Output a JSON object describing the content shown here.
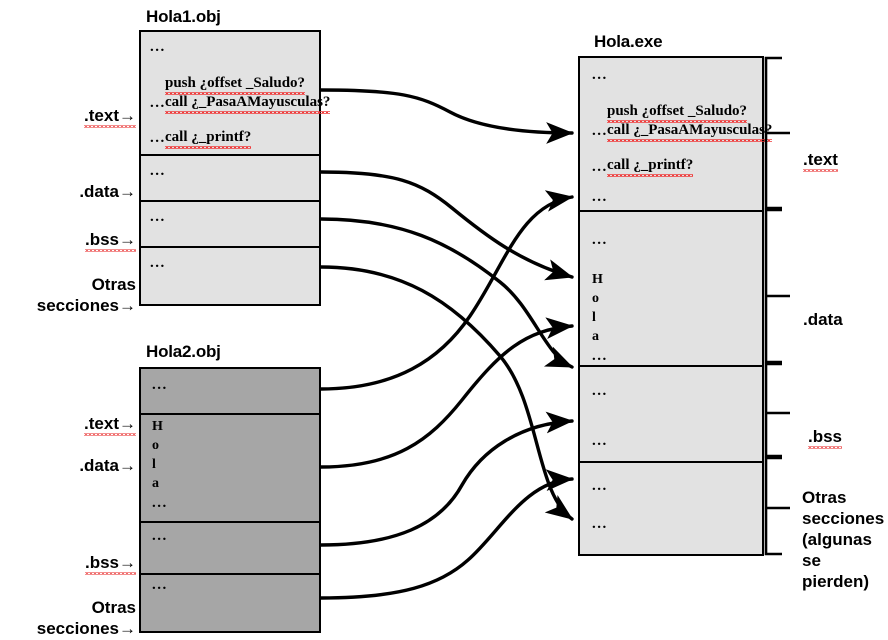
{
  "diagram": {
    "title": "Linking: Hola1.obj + Hola2.obj -> Hola.exe",
    "colors": {
      "obj1_fill": "#e2e2e2",
      "obj2_fill": "#a6a6a6",
      "exe_fill": "#e2e2e2",
      "stroke": "#000000",
      "spellcheck_underline": "#ef3a3a",
      "background": "#ffffff"
    }
  },
  "modules": {
    "hola1": {
      "title": "Hola1.obj",
      "left_labels": [
        {
          "text": ".text→",
          "section": "text"
        },
        {
          "text": ".data→",
          "section": "data"
        },
        {
          "text": ".bss→",
          "section": "bss"
        },
        {
          "text": "Otras\nsecciones→",
          "section": "otras"
        }
      ],
      "sections": [
        {
          "name": "text",
          "lines": [
            "...",
            "push ¿offset _Saludo?",
            "call ¿_PasaAMayusculas?",
            "...",
            "call ¿_printf?",
            "..."
          ]
        },
        {
          "name": "data",
          "lines": [
            "..."
          ]
        },
        {
          "name": "bss",
          "lines": [
            "..."
          ]
        },
        {
          "name": "otras",
          "lines": [
            "..."
          ]
        }
      ]
    },
    "hola2": {
      "title": "Hola2.obj",
      "left_labels": [
        {
          "text": ".text→",
          "section": "text"
        },
        {
          "text": ".data→",
          "section": "data"
        },
        {
          "text": ".bss→",
          "section": "bss"
        },
        {
          "text": "Otras\nsecciones→",
          "section": "otras"
        }
      ],
      "sections": [
        {
          "name": "text",
          "lines": [
            "..."
          ]
        },
        {
          "name": "data",
          "lines": [
            "H",
            "o",
            "l",
            "a",
            "..."
          ]
        },
        {
          "name": "bss",
          "lines": [
            "..."
          ]
        },
        {
          "name": "otras",
          "lines": [
            "..."
          ]
        }
      ]
    },
    "holaexe": {
      "title": "Hola.exe",
      "right_labels": [
        {
          "text": ".text",
          "section": "text"
        },
        {
          "text": ".data",
          "section": "data"
        },
        {
          "text": ".bss",
          "section": "bss"
        },
        {
          "text": "Otras\nsecciones\n(algunas\n se\npierden)",
          "section": "otras"
        }
      ],
      "sections": [
        {
          "name": "text",
          "lines": [
            "...",
            "push ¿offset _Saludo?",
            "call ¿_PasaAMayusculas?",
            "...",
            "call ¿_printf?",
            "...",
            "..."
          ]
        },
        {
          "name": "data",
          "lines": [
            "...",
            "H",
            "o",
            "l",
            "a",
            "..."
          ]
        },
        {
          "name": "bss",
          "lines": [
            "...",
            "..."
          ]
        },
        {
          "name": "otras",
          "lines": [
            "...",
            "..."
          ]
        }
      ]
    }
  },
  "connectors": {
    "count": 8,
    "description": "Curved arrows mapping each object-file section into the matching executable section",
    "links": [
      {
        "from": "hola1.text",
        "to": "holaexe.text"
      },
      {
        "from": "hola1.data",
        "to": "holaexe.data"
      },
      {
        "from": "hola1.bss",
        "to": "holaexe.bss"
      },
      {
        "from": "hola1.otras",
        "to": "holaexe.otras"
      },
      {
        "from": "hola2.text",
        "to": "holaexe.text"
      },
      {
        "from": "hola2.data",
        "to": "holaexe.data"
      },
      {
        "from": "hola2.bss",
        "to": "holaexe.bss"
      },
      {
        "from": "hola2.otras",
        "to": "holaexe.otras"
      }
    ]
  }
}
